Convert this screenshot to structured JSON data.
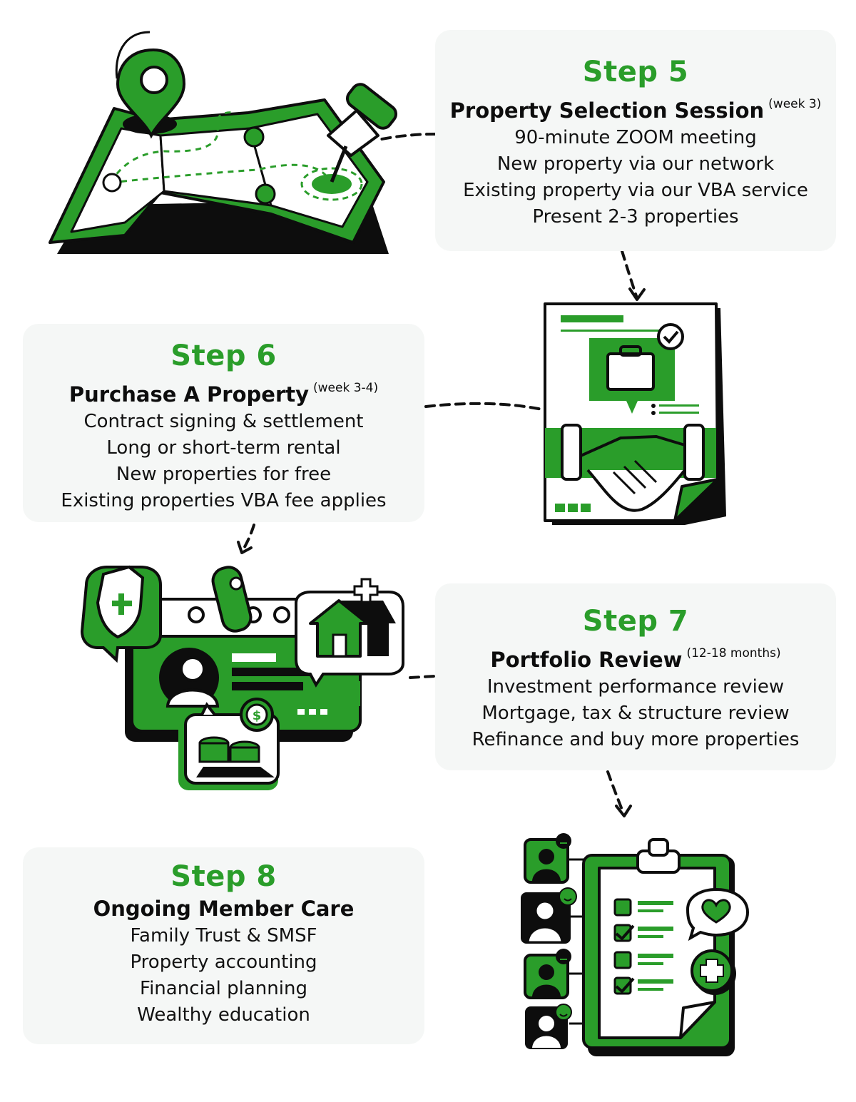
{
  "colors": {
    "accent": "#2a9d2a",
    "card_bg": "#f5f7f6",
    "ink": "#0d0d0d"
  },
  "step5": {
    "title": "Step 5",
    "subtitle": "Property Selection Session",
    "note": "(week 3)",
    "lines": [
      "90-minute ZOOM meeting",
      "New property via our network",
      "Existing property via our VBA service",
      "Present 2-3 properties"
    ]
  },
  "step6": {
    "title": "Step 6",
    "subtitle": "Purchase A Property",
    "note": "(week 3-4)",
    "lines": [
      "Contract signing & settlement",
      "Long or short-term rental",
      "New properties for free",
      "Existing properties VBA fee applies"
    ]
  },
  "step7": {
    "title": "Step 7",
    "subtitle": "Portfolio Review",
    "note": "(12-18 months)",
    "lines": [
      "Investment performance review",
      "Mortgage, tax & structure review",
      "Refinance and buy more properties"
    ]
  },
  "step8": {
    "title": "Step 8",
    "subtitle": "Ongoing Member Care",
    "lines": [
      "Family Trust & SMSF",
      "Property accounting",
      "Financial planning",
      "Wealthy education"
    ]
  },
  "icons": {
    "step5": "map-with-pin-icon",
    "step6": "contract-handshake-icon",
    "step7": "portfolio-dashboard-icon",
    "step8": "member-care-clipboard-icon"
  }
}
